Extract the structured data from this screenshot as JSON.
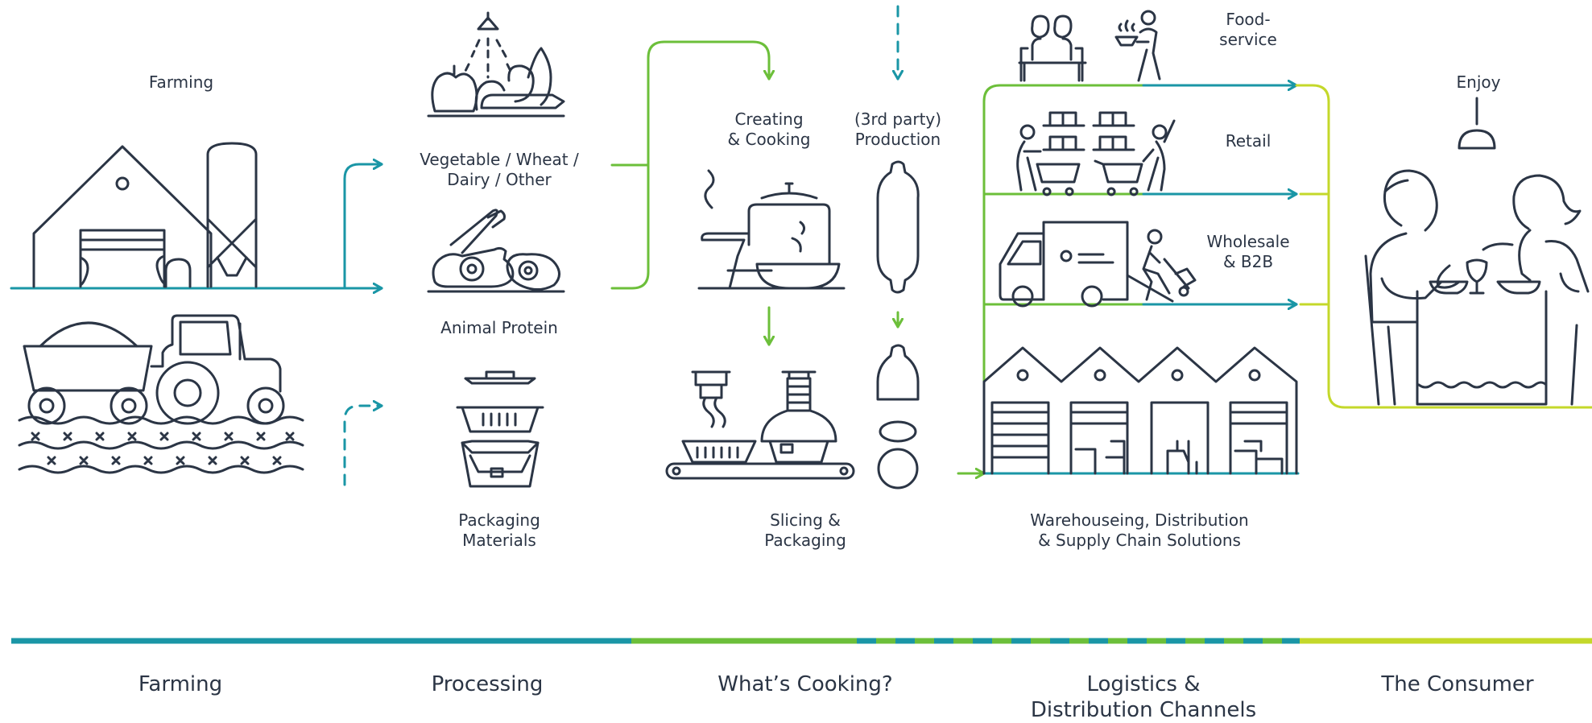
{
  "colors": {
    "ink": "#2b3545",
    "teal": "#1a96a6",
    "green": "#6cbf3a",
    "lime": "#c4d82a"
  },
  "labels": {
    "farming": "Farming",
    "veg": [
      "Vegetable / Wheat /",
      "Dairy / Other"
    ],
    "animal": "Animal Protein",
    "packaging": [
      "Packaging",
      "Materials"
    ],
    "creating": [
      "Creating",
      "& Cooking"
    ],
    "third_party": [
      "(3rd party)",
      "Production"
    ],
    "slicing": [
      "Slicing &",
      "Packaging"
    ],
    "foodservice": [
      "Food-",
      "service"
    ],
    "retail": "Retail",
    "wholesale": [
      "Wholesale",
      "& B2B"
    ],
    "warehouse": [
      "Warehouseing, Distribution",
      "& Supply Chain Solutions"
    ],
    "enjoy": "Enjoy"
  },
  "stages": [
    {
      "label": [
        "Farming"
      ]
    },
    {
      "label": [
        "Processing"
      ]
    },
    {
      "label": [
        "What’s Cooking?"
      ]
    },
    {
      "label": [
        "Logistics &",
        "Distribution Channels"
      ]
    },
    {
      "label": [
        "The Consumer"
      ]
    }
  ],
  "icons": {
    "farm": "farm-barn-silo-icon",
    "tractor": "tractor-icon",
    "vegetables": "vegetables-icon",
    "meat": "meat-cuts-icon",
    "trays": "packaging-trays-icon",
    "cooking": "cooking-pots-icon",
    "sausage": "sausage-icon",
    "slicer": "slicing-machine-icon",
    "sliced_sausage": "sliced-sausage-icon",
    "restaurant": "foodservice-people-icon",
    "shoppers": "retail-shoppers-icon",
    "truck": "delivery-truck-icon",
    "warehouse": "warehouse-icon",
    "diners": "diners-couple-icon"
  }
}
